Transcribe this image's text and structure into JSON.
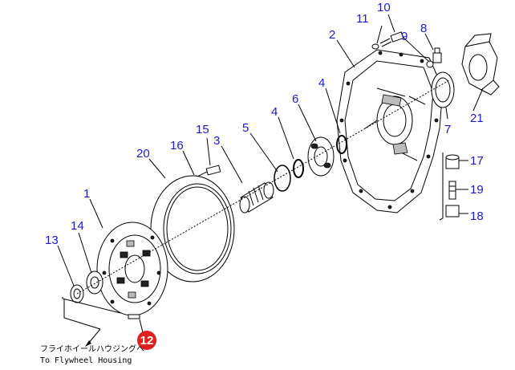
{
  "callouts": {
    "c1": "1",
    "c2": "2",
    "c3": "3",
    "c4a": "4",
    "c4b": "4",
    "c5": "5",
    "c6": "6",
    "c7": "7",
    "c8": "8",
    "c9": "9",
    "c10": "10",
    "c11": "11",
    "c12": "12",
    "c13": "13",
    "c14": "14",
    "c15": "15",
    "c16": "16",
    "c17": "17",
    "c18": "18",
    "c19": "19",
    "c20": "20",
    "c21": "21"
  },
  "note": {
    "jp": "フライホイールハウジングへ",
    "en": "To Flywheel Housing"
  },
  "colors": {
    "callout": "#1a1ad0",
    "badge": "#e02020"
  }
}
